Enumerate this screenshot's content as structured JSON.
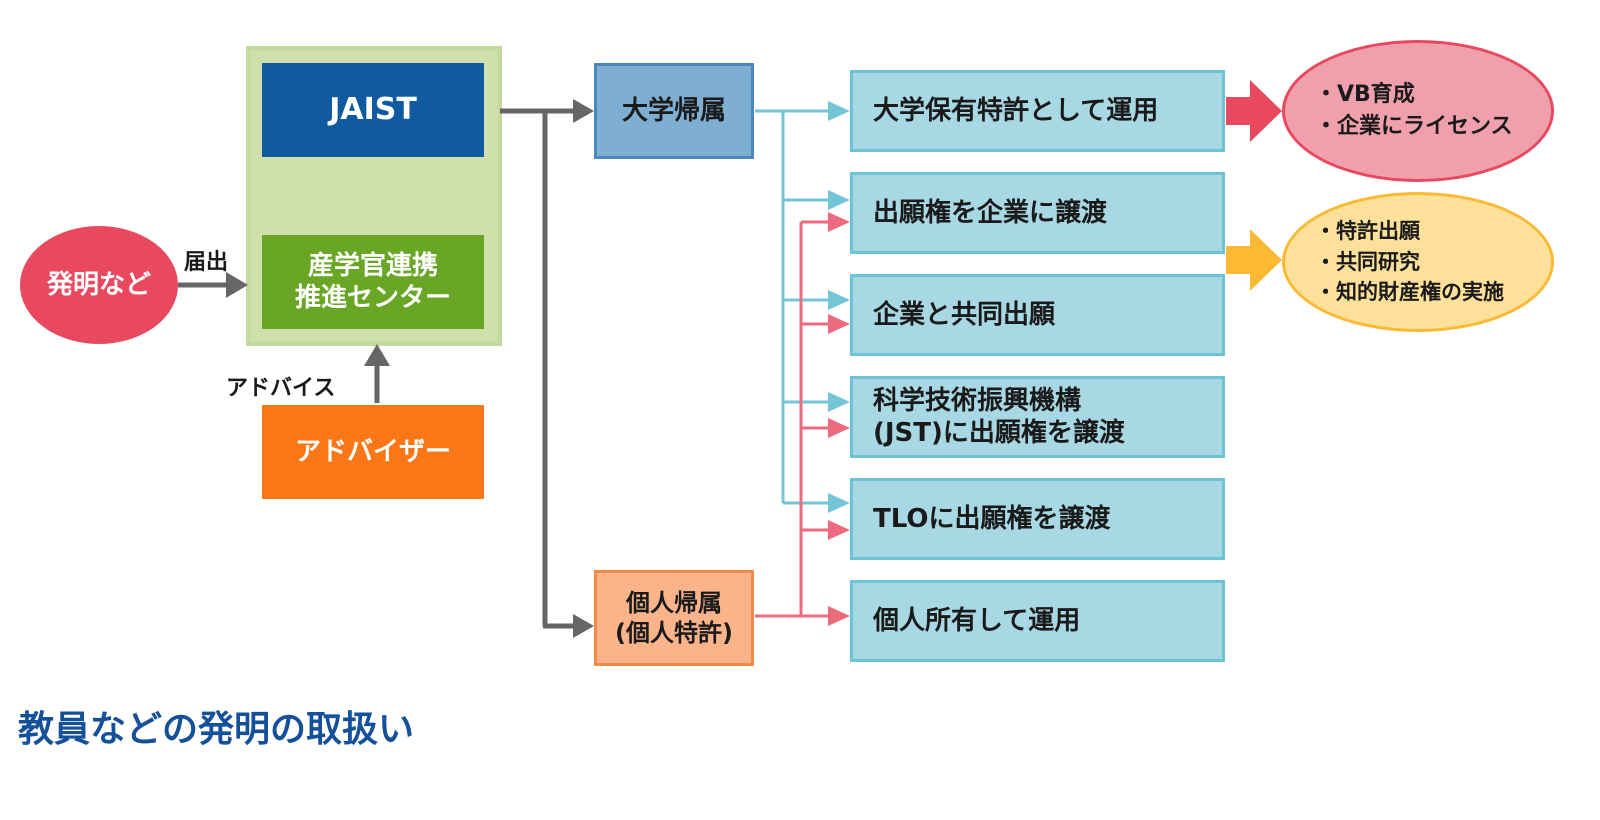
{
  "nodes": {
    "invention": "発明など",
    "jaist": "JAIST",
    "center_line1": "産学官連携",
    "center_line2": "推進センター",
    "adviser": "アドバイザー",
    "univ_owned": "大学帰属",
    "personal_line1": "個人帰属",
    "personal_line2": "(個人特許)"
  },
  "labels": {
    "report": "届出",
    "advice": "アドバイス"
  },
  "outcomes": [
    {
      "line1": "大学保有特許として運用",
      "line2": ""
    },
    {
      "line1": "出願権を企業に譲渡",
      "line2": ""
    },
    {
      "line1": "企業と共同出願",
      "line2": ""
    },
    {
      "line1": "科学技術振興機構",
      "line2": "(JST)に出願権を譲渡"
    },
    {
      "line1": "TLOに出願権を譲渡",
      "line2": ""
    },
    {
      "line1": "個人所有して運用",
      "line2": ""
    }
  ],
  "results_red": [
    "・VB育成",
    "・企業にライセンス"
  ],
  "results_yellow": [
    "・特許出願",
    "・共同研究",
    "・知的財産権の実施"
  ],
  "title": "教員などの発明の取扱い",
  "colors": {
    "invention": "#e8495f",
    "jaist": "#0f5aa0",
    "center": "#6aa626",
    "center_bg": "#cfe0ad",
    "adviser": "#f97716",
    "univ": "#7faed3",
    "personal": "#fbb48a",
    "outcome": "#a7d8e3",
    "teal_line": "#74c6d6",
    "red_line": "#ec6b7e",
    "gray_line": "#666666",
    "red_result": "#f0a0ad",
    "yellow_result": "#fde19a",
    "title": "#15509a"
  }
}
